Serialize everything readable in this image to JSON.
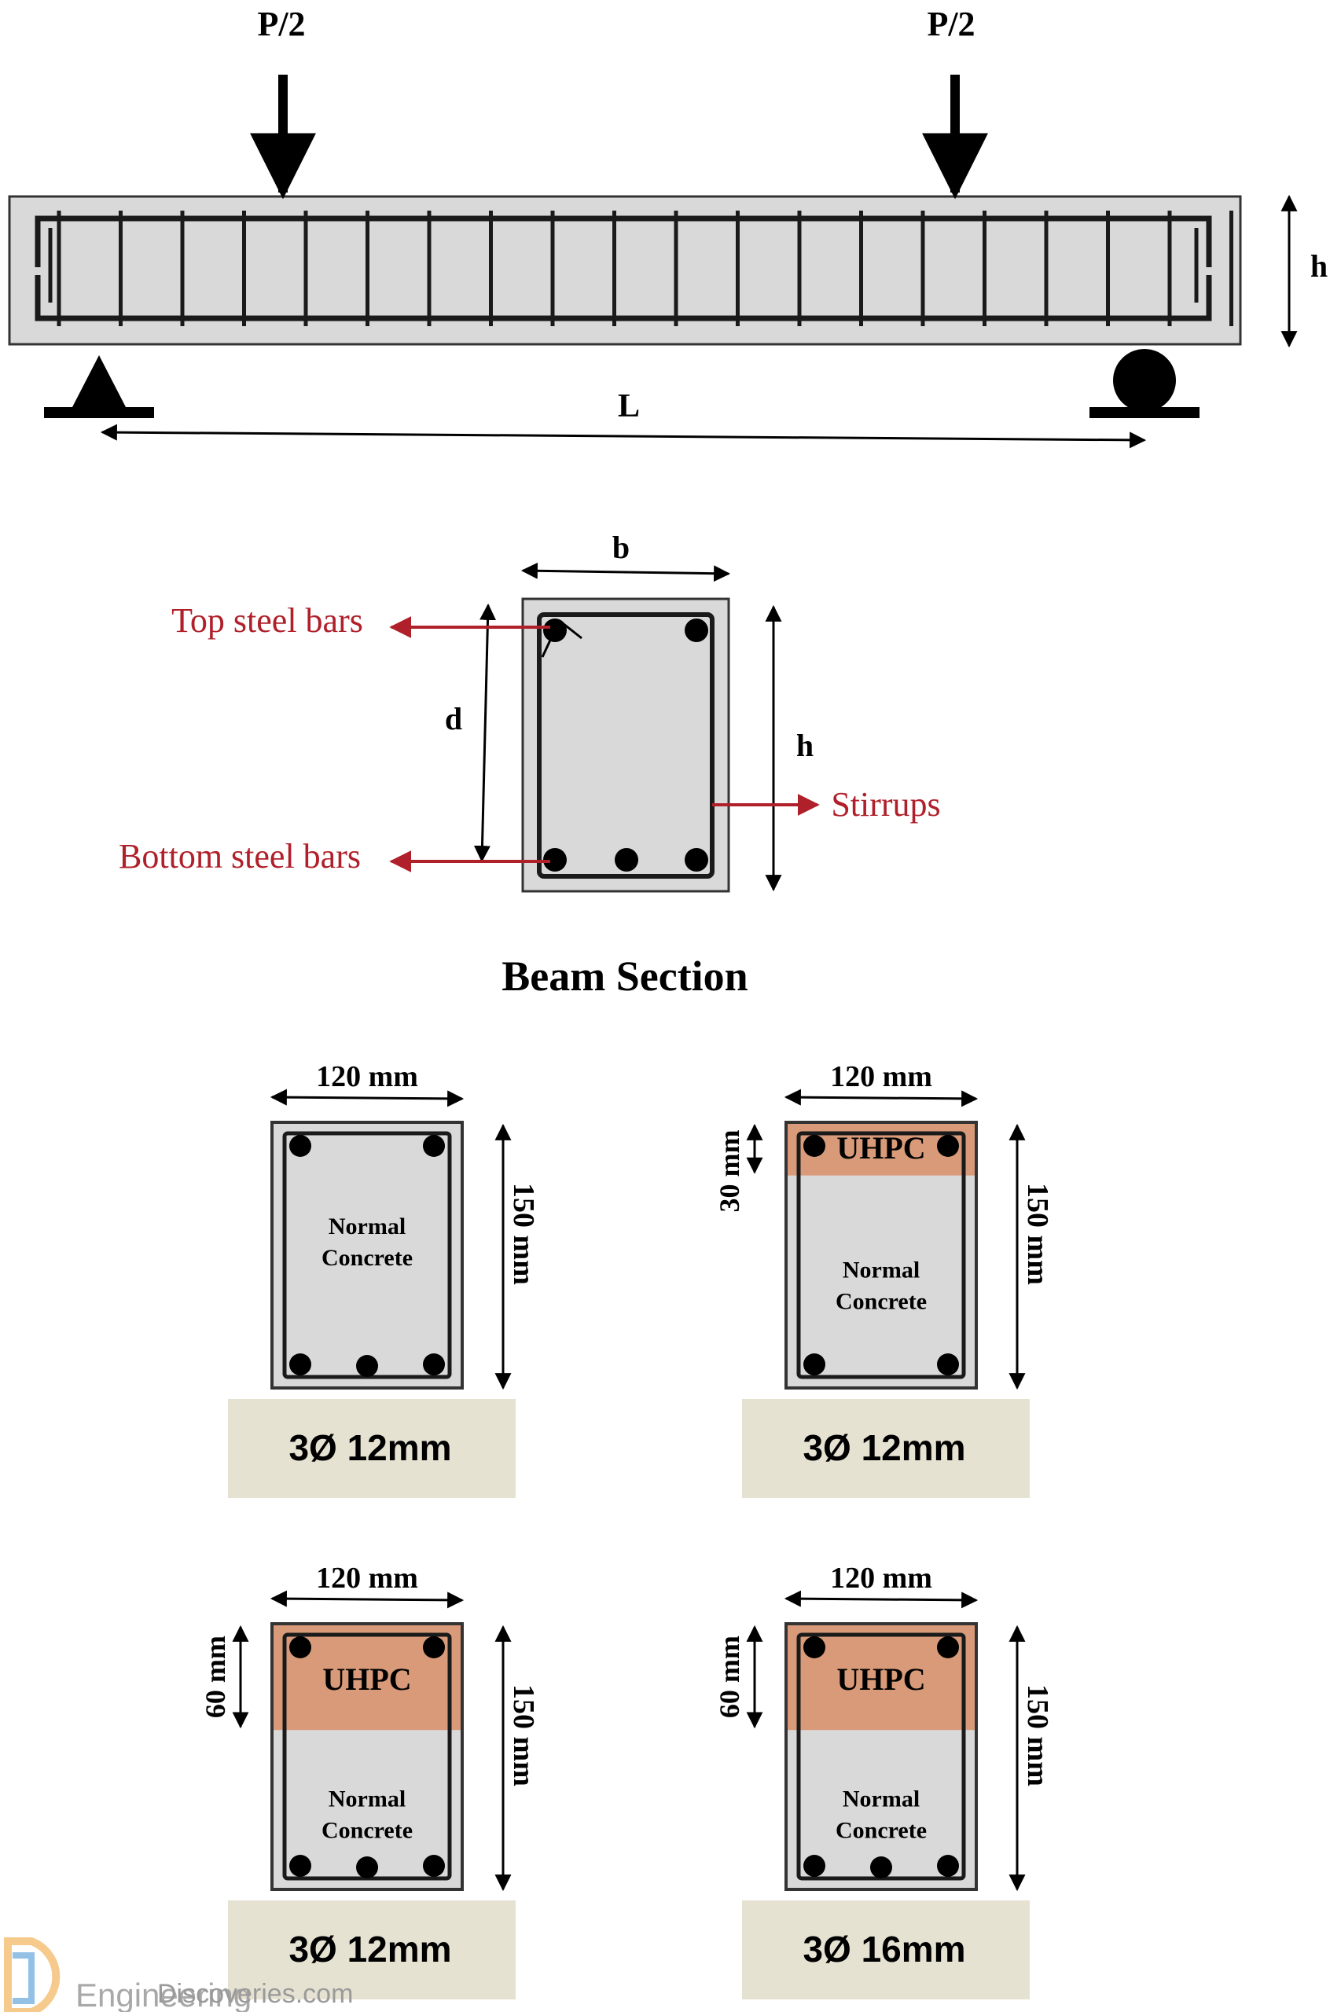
{
  "elevation": {
    "load_left": "P/2",
    "load_right": "P/2",
    "height_label": "h",
    "span_label": "L"
  },
  "section": {
    "width_label": "b",
    "effective_depth_label": "d",
    "height_label": "h",
    "top_bars_label": "Top steel bars",
    "bottom_bars_label": "Bottom steel bars",
    "stirrups_label": "Stirrups",
    "title": "Beam Section"
  },
  "specimens": [
    {
      "width": "120 mm",
      "height": "150 mm",
      "uhpc_label": "",
      "uhpc_depth": "",
      "uhpc_fraction": 0,
      "concrete_line1": "Normal",
      "concrete_line2": "Concrete",
      "bars": "3Ø 12mm"
    },
    {
      "width": "120 mm",
      "height": "150 mm",
      "uhpc_label": "UHPC",
      "uhpc_depth": "30 mm",
      "uhpc_fraction": 0.2,
      "concrete_line1": "Normal",
      "concrete_line2": "Concrete",
      "bars": "3Ø 12mm"
    },
    {
      "width": "120 mm",
      "height": "150 mm",
      "uhpc_label": "UHPC",
      "uhpc_depth": "60 mm",
      "uhpc_fraction": 0.4,
      "concrete_line1": "Normal",
      "concrete_line2": "Concrete",
      "bars": "3Ø 12mm"
    },
    {
      "width": "120 mm",
      "height": "150 mm",
      "uhpc_label": "UHPC",
      "uhpc_depth": "60 mm",
      "uhpc_fraction": 0.4,
      "concrete_line1": "Normal",
      "concrete_line2": "Concrete",
      "bars": "3Ø 16mm"
    }
  ],
  "watermark": {
    "line1": "Discoveries.com",
    "line2": "Engineering"
  },
  "colors": {
    "concrete": "#d9d9d9",
    "uhpc": "#d89a78",
    "label_box": "#e6e2d2",
    "annotation_red": "#b0202a"
  }
}
